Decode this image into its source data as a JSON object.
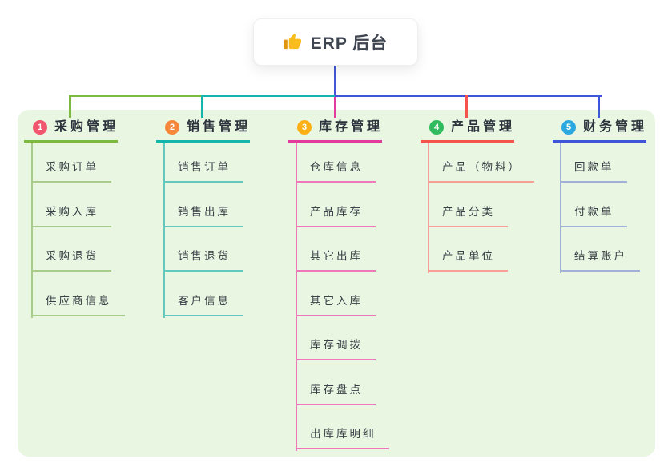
{
  "root": {
    "title": "ERP 后台",
    "icon": "thumbs-up-icon",
    "icon_colors": {
      "hand": "#f8bd1d",
      "sleeve": "#e0940f"
    }
  },
  "canvas": {
    "background": "#e8f6e2"
  },
  "trunk_color": "#4456d4",
  "text_colors": {
    "branch_title": "#2d333c",
    "sub_item": "#3a4047",
    "root_title": "#3e4450"
  },
  "branches": [
    {
      "badge": "1",
      "label": "采购管理",
      "badge_color": "#f2566e",
      "line_color": "#7cb93f",
      "sub_line_color": "#a8cc8a",
      "items": [
        "采购订单",
        "采购入库",
        "采购退货",
        "供应商信息"
      ]
    },
    {
      "badge": "2",
      "label": "销售管理",
      "badge_color": "#f6873b",
      "line_color": "#14b5aa",
      "sub_line_color": "#64c8be",
      "items": [
        "销售订单",
        "销售出库",
        "销售退货",
        "客户信息"
      ]
    },
    {
      "badge": "3",
      "label": "库存管理",
      "badge_color": "#fcb016",
      "line_color": "#e23a9d",
      "sub_line_color": "#ee78b9",
      "items": [
        "仓库信息",
        "产品库存",
        "其它出库",
        "其它入库",
        "库存调拨",
        "库存盘点",
        "出库库明细"
      ]
    },
    {
      "badge": "4",
      "label": "产品管理",
      "badge_color": "#31ba5e",
      "line_color": "#f4544b",
      "sub_line_color": "#f8a098",
      "items": [
        "产品（物料）",
        "产品分类",
        "产品单位"
      ]
    },
    {
      "badge": "5",
      "label": "财务管理",
      "badge_color": "#2ca8e0",
      "line_color": "#3e55da",
      "sub_line_color": "#a0b0d8",
      "items": [
        "回款单",
        "付款单",
        "结算账户"
      ]
    }
  ]
}
